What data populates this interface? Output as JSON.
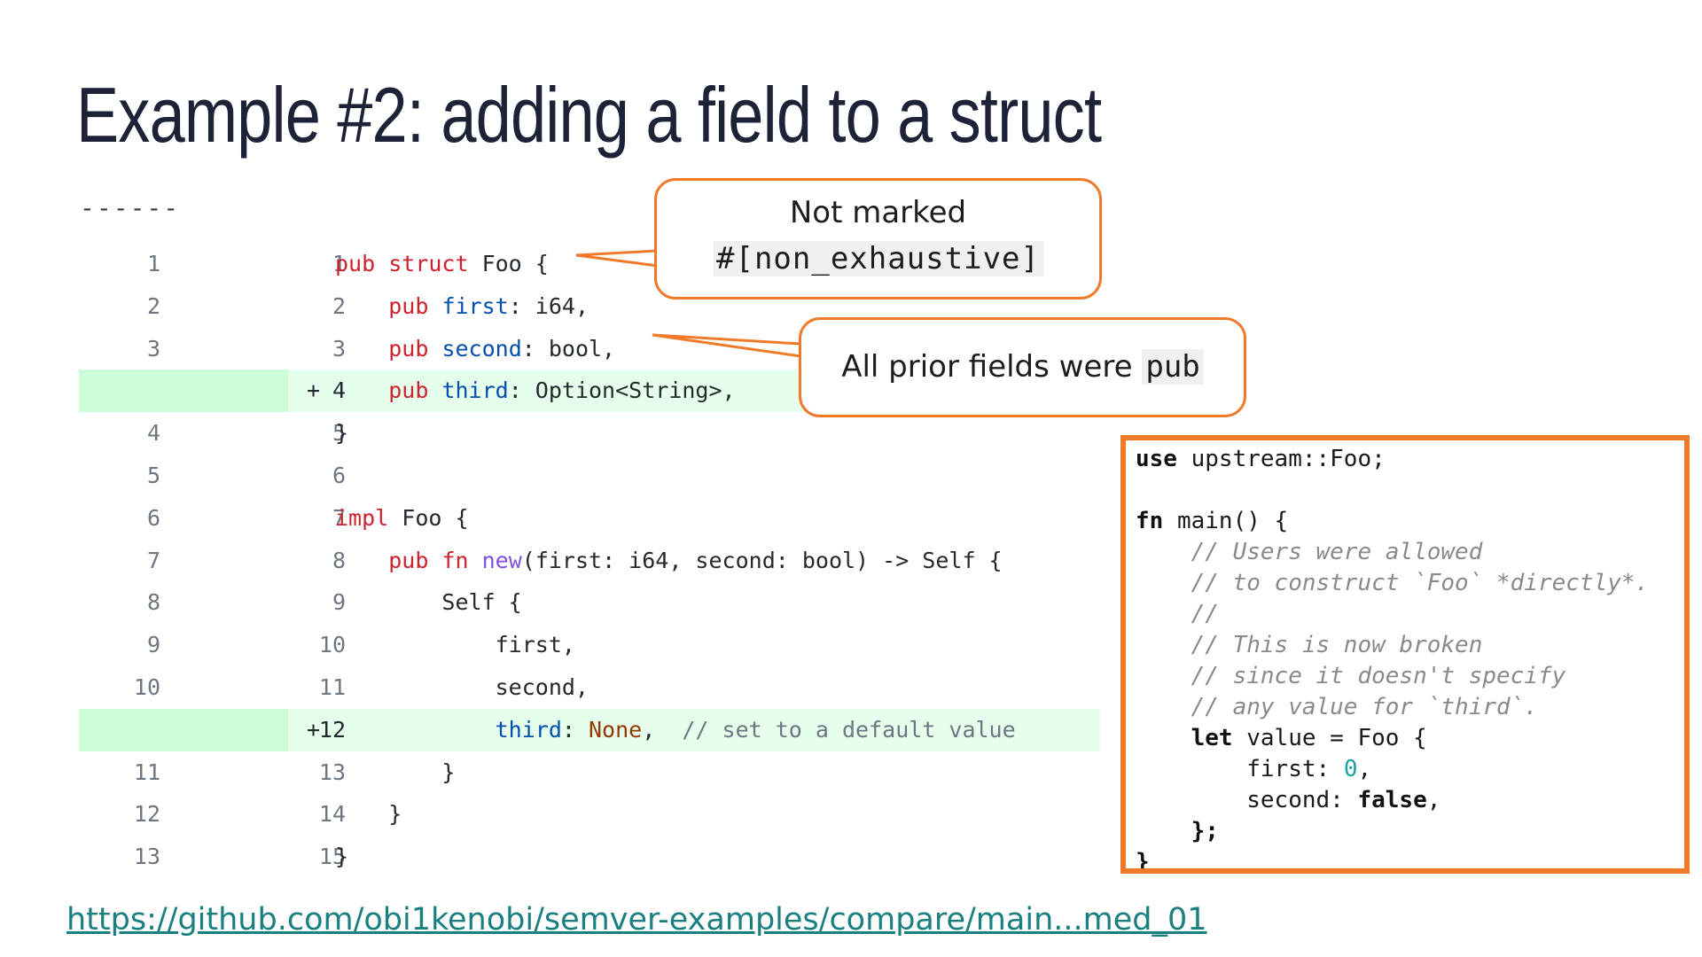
{
  "slide": {
    "title": "Example #2: adding a field to a struct",
    "hunk_marker": "------",
    "link": "https://github.com/obi1kenobi/semver-examples/compare/main...med_01"
  },
  "diff": {
    "rows": [
      {
        "old": "1",
        "new": "1",
        "sign": "",
        "added": false
      },
      {
        "old": "2",
        "new": "2",
        "sign": "",
        "added": false
      },
      {
        "old": "3",
        "new": "3",
        "sign": "",
        "added": false
      },
      {
        "old": "",
        "new": "4",
        "sign": "+",
        "added": true
      },
      {
        "old": "4",
        "new": "5",
        "sign": "",
        "added": false
      },
      {
        "old": "5",
        "new": "6",
        "sign": "",
        "added": false
      },
      {
        "old": "6",
        "new": "7",
        "sign": "",
        "added": false
      },
      {
        "old": "7",
        "new": "8",
        "sign": "",
        "added": false
      },
      {
        "old": "8",
        "new": "9",
        "sign": "",
        "added": false
      },
      {
        "old": "9",
        "new": "10",
        "sign": "",
        "added": false
      },
      {
        "old": "10",
        "new": "11",
        "sign": "",
        "added": false
      },
      {
        "old": "",
        "new": "12",
        "sign": "+",
        "added": true
      },
      {
        "old": "11",
        "new": "13",
        "sign": "",
        "added": false
      },
      {
        "old": "12",
        "new": "14",
        "sign": "",
        "added": false
      },
      {
        "old": "13",
        "new": "15",
        "sign": "",
        "added": false
      }
    ],
    "code": {
      "l1": {
        "a": "pub",
        "b": " ",
        "c": "struct",
        "d": " Foo {"
      },
      "l2": {
        "indent": "    ",
        "a": "pub",
        "b": " ",
        "c": "first",
        "d": ": i64,"
      },
      "l3": {
        "indent": "    ",
        "a": "pub",
        "b": " ",
        "c": "second",
        "d": ": bool,"
      },
      "l4": {
        "indent": "    ",
        "a": "pub",
        "b": " ",
        "c": "third",
        "d": ": Option<String>,"
      },
      "l5": {
        "text": "}"
      },
      "l6": {
        "text": ""
      },
      "l7": {
        "a": "impl",
        "d": " Foo {"
      },
      "l8": {
        "indent": "    ",
        "a": "pub",
        "b": " ",
        "c": "fn",
        "e": " ",
        "f": "new",
        "d": "(first: i64, second: bool) -> Self {"
      },
      "l9": {
        "text": "        Self {"
      },
      "l10": {
        "text": "            first,"
      },
      "l11": {
        "text": "            second,"
      },
      "l12": {
        "indent": "            ",
        "c": "third",
        "d": ": ",
        "g": "None",
        "h": ",  ",
        "i": "// set to a default value"
      },
      "l13": {
        "text": "        }"
      },
      "l14": {
        "text": "    }"
      },
      "l15": {
        "text": "}"
      }
    }
  },
  "callouts": {
    "not_marked": {
      "line1": "Not marked",
      "line2": "#[non_exhaustive]"
    },
    "prior_fields": {
      "text": "All prior fields were ",
      "code": "pub"
    }
  },
  "downstream": {
    "l1": {
      "kw": "use",
      "rest": " upstream::Foo;"
    },
    "l2": {
      "text": ""
    },
    "l3": {
      "kw": "fn",
      "rest": " main() {"
    },
    "l4": {
      "indent": "    ",
      "cmt": "// Users were allowed"
    },
    "l5": {
      "indent": "    ",
      "cmt": "// to construct `Foo` *directly*."
    },
    "l6": {
      "indent": "    ",
      "cmt": "//"
    },
    "l7": {
      "indent": "    ",
      "cmt": "// This is now broken"
    },
    "l8": {
      "indent": "    ",
      "cmt": "// since it doesn't specify"
    },
    "l9": {
      "indent": "    ",
      "cmt": "// any value for `third`."
    },
    "l10": {
      "indent": "    ",
      "kw": "let",
      "rest": " value = Foo {"
    },
    "l11": {
      "indent": "        ",
      "pre": "first: ",
      "num": "0",
      "rest": ","
    },
    "l12": {
      "indent": "        ",
      "pre": "second: ",
      "kw": "false",
      "rest": ","
    },
    "l13": {
      "indent": "    ",
      "rest": "};"
    },
    "l14": {
      "rest": "}"
    }
  },
  "colors": {
    "accent_orange": "#f07a2a",
    "added_line_bg": "#e6ffec",
    "added_num_bg": "#ccffd8",
    "keyword_red": "#cf222e",
    "ident_blue": "#0550ae",
    "fn_purple": "#8250df",
    "link_teal": "#1a7f7f"
  }
}
